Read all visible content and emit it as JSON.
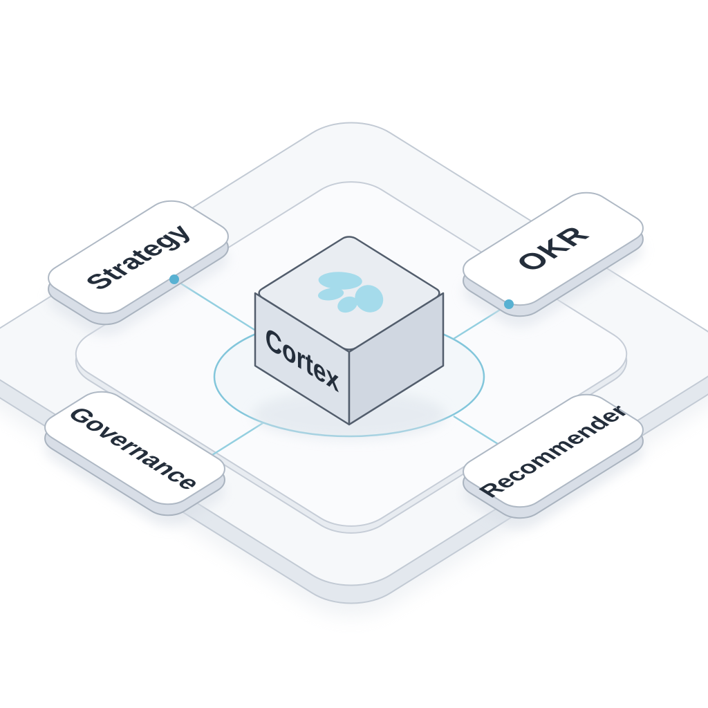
{
  "diagram": {
    "type": "isometric-architecture-diagram",
    "center": {
      "label": "Cortex",
      "icon": "butterfly"
    },
    "nodes": [
      {
        "id": "strategy",
        "label": "Strategy",
        "position": "top-left"
      },
      {
        "id": "okr",
        "label": "OKR",
        "position": "top-right"
      },
      {
        "id": "governance",
        "label": "Governance",
        "position": "bottom-left"
      },
      {
        "id": "recommender",
        "label": "Recommender",
        "position": "bottom-right"
      }
    ],
    "connections": [
      {
        "from": "strategy",
        "to": "cortex",
        "dot": true
      },
      {
        "from": "okr",
        "to": "cortex",
        "dot": true
      },
      {
        "from": "governance",
        "to": "cortex",
        "dot": false
      },
      {
        "from": "recommender",
        "to": "cortex",
        "dot": false
      }
    ],
    "colors": {
      "accent": "#82c6db",
      "line": "#93cfe0",
      "dot": "#58b1d2",
      "butterfly": "#a5dbeb",
      "text": "#242e3b",
      "platform_top": "#f6f8fa",
      "platform_side": "#e3e8ee",
      "tile_top": "#ffffff",
      "tile_side": "#d8dee7",
      "cube_top": "#e9edf2",
      "cube_left": "#dce2ea",
      "cube_right": "#d0d7e1"
    }
  }
}
